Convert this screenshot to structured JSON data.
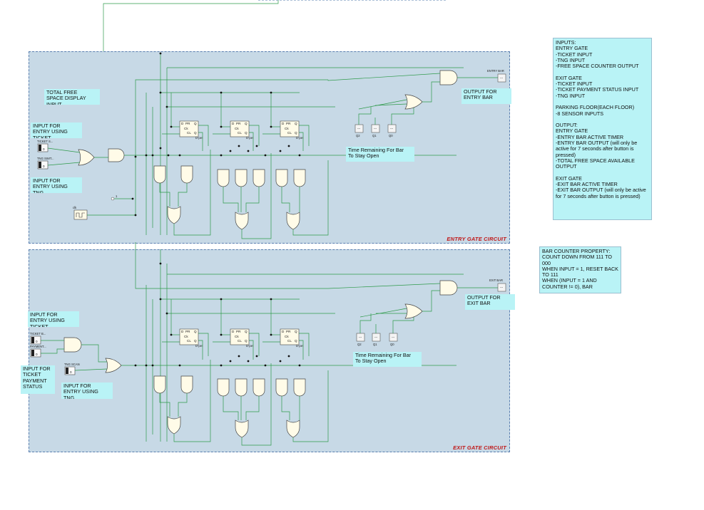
{
  "entry_panel": {
    "title": "ENTRY GATE CIRCUIT",
    "labels": {
      "total_free": "TOTAL FREE\nSPACE DISPLAY\nINPUT",
      "entry_ticket": "INPUT FOR\nENTRY USING\nTICKET",
      "entry_tng": "INPUT FOR\nENTRY USING\nTNG",
      "output": "OUTPUT FOR\nENTRY BAR",
      "timer": "Time Remaining For Bar\nTo Stay Open"
    },
    "pins": {
      "ticket": "TICKET S...",
      "tng": "TNG SWIT...",
      "bar": "ENTRY BAR",
      "const": "1",
      "clock": "clk"
    },
    "ff_labels": [
      "Q2",
      "Q1",
      "Q0"
    ],
    "ff_text": {
      "d": "D",
      "pr": "PR",
      "q": "Q",
      "ck": "Ck",
      "cl": "CL",
      "qn": "Q",
      "dpet": "D-pet"
    }
  },
  "exit_panel": {
    "title": "EXIT GATE CIRCUIT",
    "labels": {
      "entry_ticket": "INPUT FOR\nENTRY USING\nTICKET",
      "ticket_payment": "INPUT FOR\nTICKET\nPAYMENT\nSTATUS",
      "entry_tng": "INPUT FOR\nENTRY USING\nTNG",
      "output": "OUTPUT FOR\nEXIT BAR",
      "timer": "Time Remaining For Bar\nTo Stay Open"
    },
    "pins": {
      "ticket": "TICKET B...",
      "payment": "PAYMENT...",
      "tng": "TNG SCAN",
      "bar": "EXIT BAR"
    },
    "ff_labels": [
      "Q2",
      "Q1",
      "Q0"
    ]
  },
  "inputs_note": "INPUTS:\nENTRY GATE\n-TICKET INPUT\n-TNG INPUT\n-FREE SPACE COUNTER OUTPUT\n\nEXIT GATE\n-TICKET INPUT\n-TICKET PAYMENT STATUS INPUT\n-TNG INPUT\n\nPARKING FLOOR(EACH FLOOR)\n-8 SENSOR INPUTS\n\nOUTPUT:\nENTRY GATE\n-ENTRY BAR ACTIVE TIMER\n-ENTRY BAR OUTPUT (will only be active for 7 seconds after button is pressed)\n-TOTAL FREE SPACE AVAILABLE OUTPUT\n\nEXIT GATE\n-EXIT BAR ACTIVE TIMER\n-EXIT BAR OUTPUT (will only be active for 7 seconds after button is pressed)",
  "counter_note": "BAR COUNTER PROPERTY:\nCOUNT DOWN FROM 111 TO 000\nWHEN INPUT = 1, RESET BACK TO 111\nWHEN (INPUT = 1 AND COUNTER != 0), BAR",
  "colors": {
    "panel": "#c7d9e6",
    "wire": "#2e9a4a",
    "note": "#b9f3f6",
    "title": "#c01818"
  }
}
